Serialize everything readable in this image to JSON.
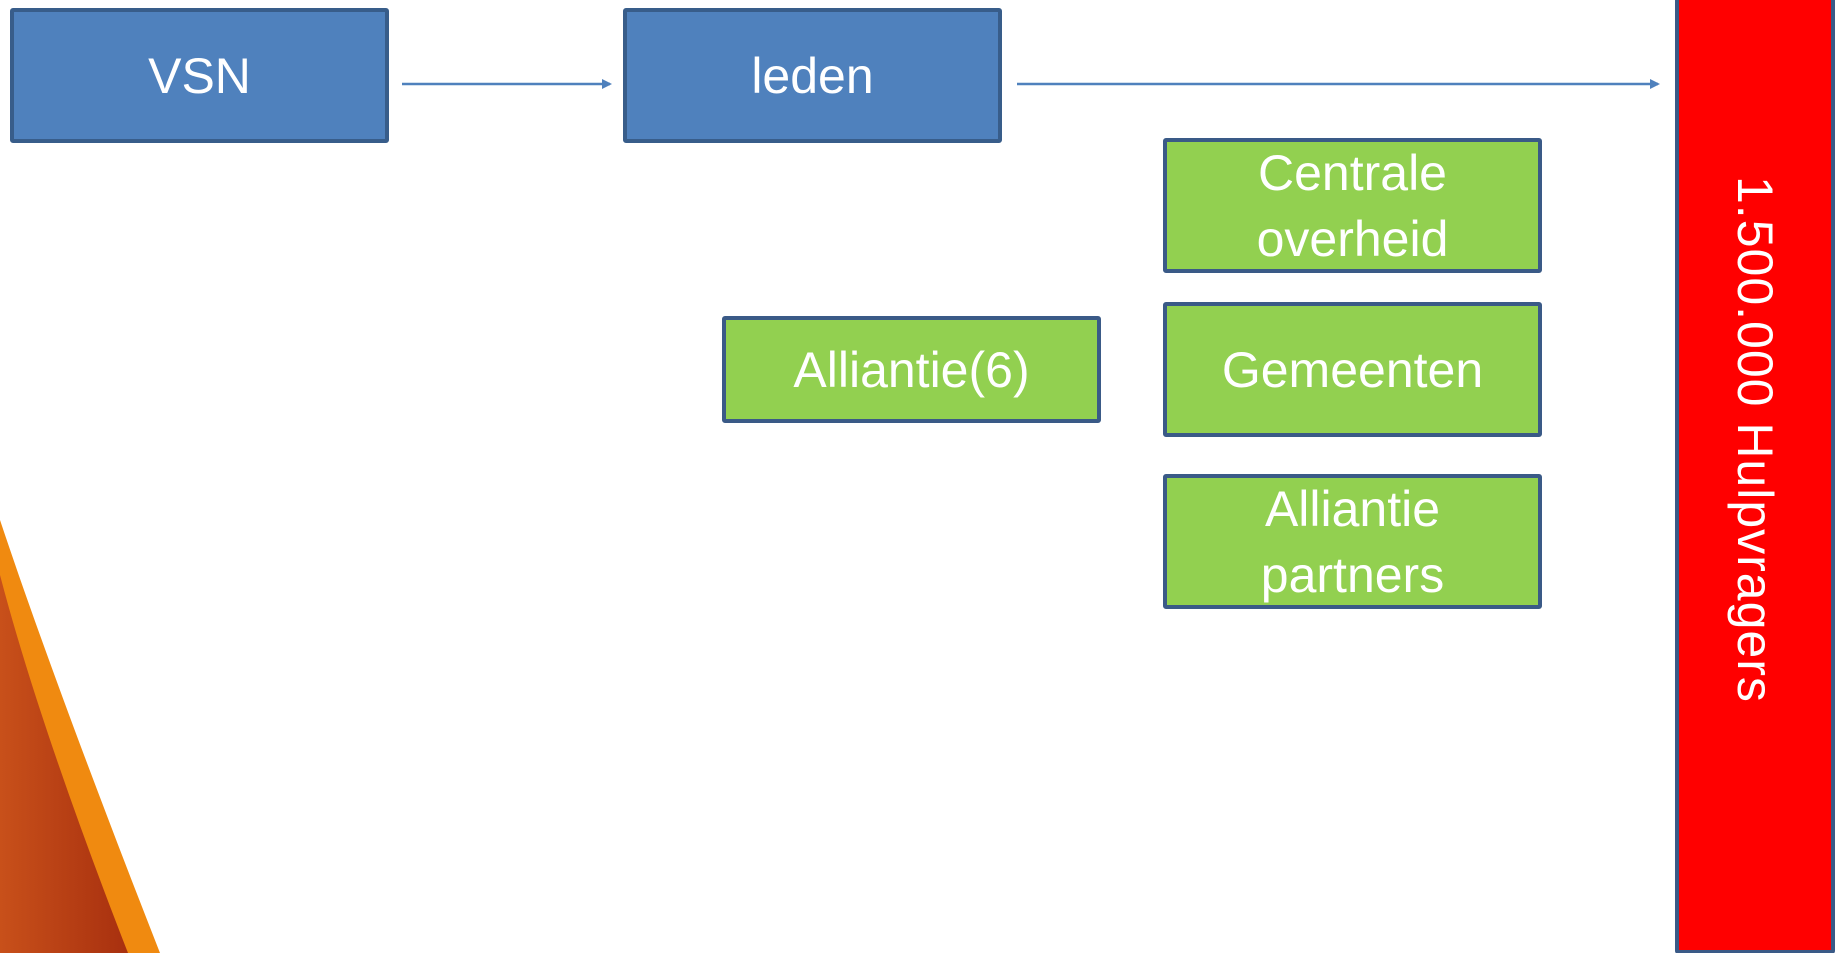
{
  "nodes": {
    "vsn": "VSN",
    "leden": "leden",
    "alliantie6": "Alliantie(6)",
    "centrale_overheid_line1": "Centrale",
    "centrale_overheid_line2": "overheid",
    "gemeenten": "Gemeenten",
    "alliantie_partners_line1": "Alliantie",
    "alliantie_partners_line2": "partners",
    "hulpvragers": "1.500.000 Hulpvragers"
  },
  "colors": {
    "blue_box": "#4f81bd",
    "green_box": "#92d050",
    "red_box": "#ff0000",
    "arrow": "#4f81bd",
    "decoration_orange": "#e8780c"
  }
}
